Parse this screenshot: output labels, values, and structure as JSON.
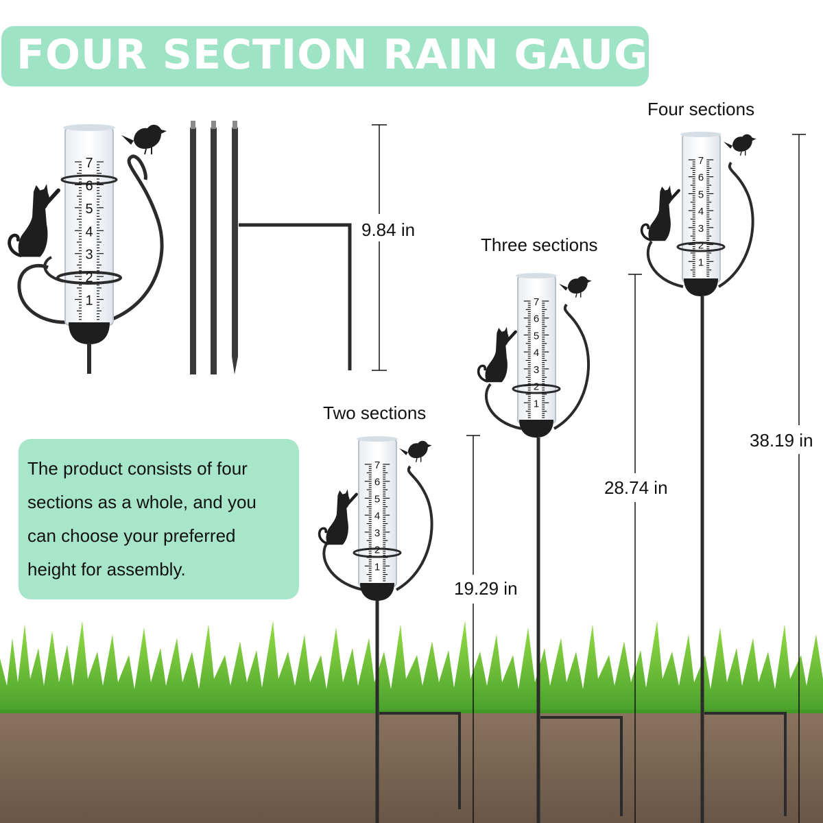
{
  "title": "FOUR SECTION RAIN GAUGE",
  "description_lines": [
    "The product consists of four",
    "sections as a whole, and you",
    "can choose your preferred",
    "height for assembly."
  ],
  "stake_length": "9.84 in",
  "configurations": [
    {
      "label": "Two sections",
      "height": "19.29 in"
    },
    {
      "label": "Three sections",
      "height": "28.74 in"
    },
    {
      "label": "Four sections",
      "height": "38.19 in"
    }
  ],
  "gauge_scale": [
    "7",
    "6",
    "5",
    "4",
    "3",
    "2",
    "1"
  ],
  "colors": {
    "banner": "#9fe3c6",
    "note_box": "#a8e6cc",
    "metal": "#2b2b2b",
    "grass": "#5fbf2a",
    "soil": "#7a6450"
  },
  "icons": [
    "cat-silhouette-icon",
    "bird-silhouette-icon"
  ]
}
